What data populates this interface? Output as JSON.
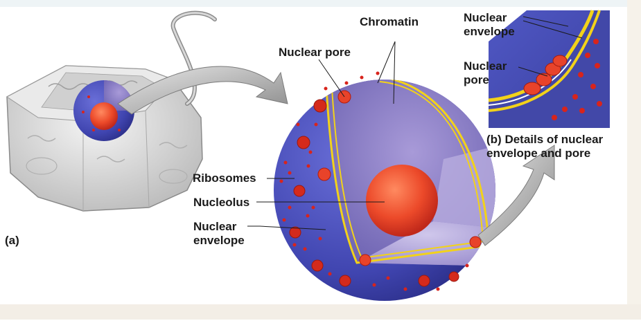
{
  "labels": {
    "chromatin": "Chromatin",
    "nuclear_pore": "Nuclear pore",
    "ribosomes": "Ribosomes",
    "nucleolus": "Nucleolus",
    "nuclear_envelope_1": "Nuclear",
    "nuclear_envelope_2": "envelope",
    "panel_a": "(a)",
    "detail_envelope_1": "Nuclear",
    "detail_envelope_2": "envelope",
    "detail_pore_1": "Nuclear",
    "detail_pore_2": "pore",
    "panel_b_tag": "(b)",
    "panel_b_line1": "Details of nuclear",
    "panel_b_line2": "envelope and pore"
  },
  "colors": {
    "nucleus_blue": "#4a4fb8",
    "nucleus_interior": "#8a80c8",
    "nucleolus_red": "#e8432a",
    "envelope_yellow": "#f2d21a",
    "ribosome_red": "#d8241c",
    "cell_gray": "#d9d9d9",
    "arrow_gray": "#9a9a9a"
  }
}
